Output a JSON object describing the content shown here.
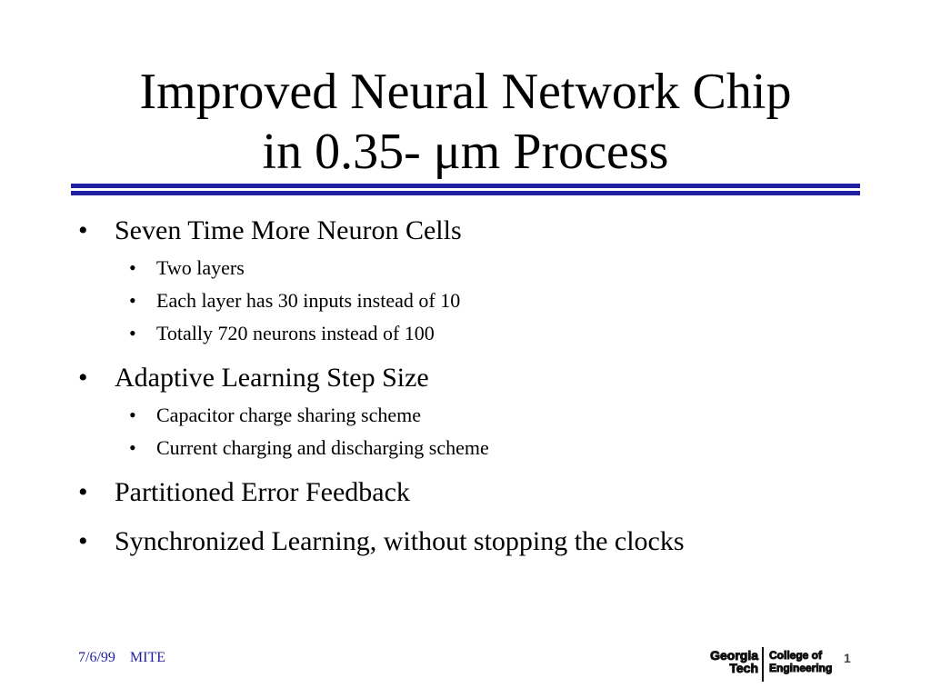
{
  "title": {
    "line1": "Improved Neural Network Chip",
    "line2": "in 0.35- μm Process"
  },
  "bullets": [
    {
      "text": "Seven Time More Neuron Cells",
      "sub": [
        "Two layers",
        "Each layer has 30 inputs instead of 10",
        "Totally 720 neurons instead of 100"
      ]
    },
    {
      "text": "Adaptive Learning Step Size",
      "sub": [
        "Capacitor charge sharing scheme",
        "Current charging and discharging scheme"
      ]
    },
    {
      "text": "Partitioned Error Feedback",
      "sub": []
    },
    {
      "text": "Synchronized Learning, without stopping the clocks",
      "sub": []
    }
  ],
  "bullet_glyph": "•",
  "footer": {
    "date": "7/6/99",
    "label": "MITE",
    "page_number": "1"
  },
  "logo": {
    "line1": "Georgia",
    "line2": "Tech",
    "coe1": "College of",
    "coe2": "Engineering"
  },
  "colors": {
    "rule": "#1f1fa0",
    "footer_text": "#1f1fa0"
  }
}
